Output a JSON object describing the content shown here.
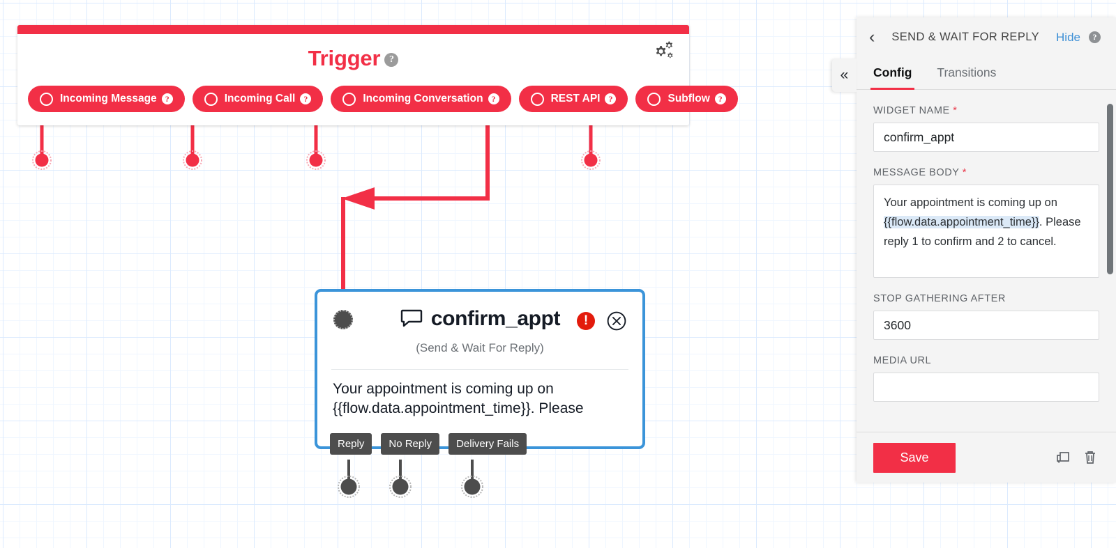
{
  "canvas": {
    "grid_color": "#dbeafe",
    "background": "#ffffff"
  },
  "trigger_panel": {
    "title": "Trigger",
    "help_glyph": "?",
    "accent_color": "#f22f46",
    "settings_icon": "gears-icon",
    "pills": [
      {
        "label": "Incoming Message",
        "help": "?"
      },
      {
        "label": "Incoming Call",
        "help": "?"
      },
      {
        "label": "Incoming Conversation",
        "help": "?"
      },
      {
        "label": "REST API",
        "help": "?"
      },
      {
        "label": "Subflow",
        "help": "?"
      }
    ]
  },
  "widget_node": {
    "title": "confirm_appt",
    "subtitle": "(Send & Wait For Reply)",
    "body_text": "Your appointment is coming up on {{flow.data.appointment_time}}. Please",
    "error_glyph": "!",
    "close_glyph": "✕",
    "border_color": "#3b94d9",
    "transitions": [
      "Reply",
      "No Reply",
      "Delivery Fails"
    ]
  },
  "inspector": {
    "title": "SEND & WAIT FOR REPLY",
    "back_glyph": "‹",
    "hide_label": "Hide",
    "help_glyph": "?",
    "collapse_glyph": "«",
    "tabs": [
      {
        "label": "Config",
        "active": true
      },
      {
        "label": "Transitions",
        "active": false
      }
    ],
    "fields": {
      "widget_name": {
        "label": "WIDGET NAME",
        "required": "*",
        "value": "confirm_appt"
      },
      "message_body": {
        "label": "MESSAGE BODY",
        "required": "*",
        "value_part1": "Your appointment is coming up on ",
        "value_token": "{{flow.data.appointment_time}}",
        "value_part2": ". Please reply 1 to confirm and 2 to cancel."
      },
      "stop_gathering_after": {
        "label": "STOP GATHERING AFTER",
        "value": "3600"
      },
      "media_url": {
        "label": "MEDIA URL",
        "value": ""
      }
    },
    "footer": {
      "save_label": "Save",
      "copy_icon": "duplicate-icon",
      "delete_icon": "trash-icon"
    },
    "accent_color": "#f22f46",
    "link_color": "#3d8fd6"
  }
}
